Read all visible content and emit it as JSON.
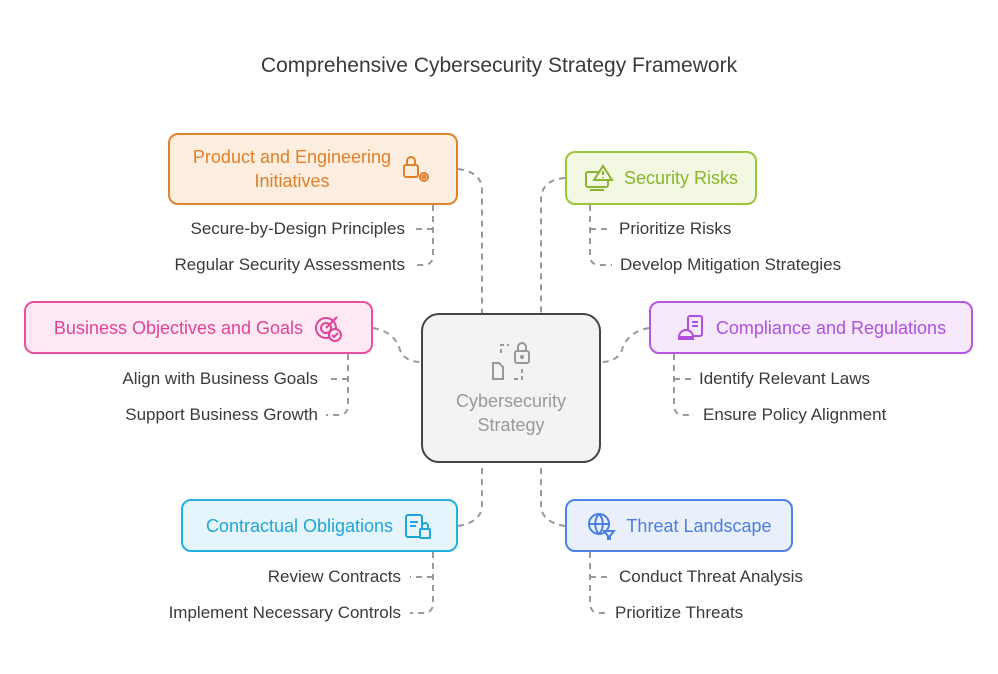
{
  "title": "Comprehensive Cybersecurity Strategy Framework",
  "center": {
    "label_line1": "Cybersecurity",
    "label_line2": "Strategy",
    "icon": "document-lock-icon"
  },
  "branches": [
    {
      "label_line1": "Product and Engineering",
      "label_line2": "Initiatives",
      "icon": "lock-gear-icon",
      "color": "#e0832f",
      "items": [
        "Secure-by-Design Principles",
        "Regular Security Assessments"
      ]
    },
    {
      "label": "Security Risks",
      "icon": "warning-monitor-icon",
      "color": "#92c13a",
      "items": [
        "Prioritize Risks",
        "Develop Mitigation Strategies"
      ]
    },
    {
      "label": "Business Objectives and Goals",
      "icon": "target-check-icon",
      "color": "#e64aa2",
      "items": [
        "Align with Business Goals",
        "Support Business Growth"
      ]
    },
    {
      "label": "Compliance and Regulations",
      "icon": "clipboard-hardhat-icon",
      "color": "#b352df",
      "items": [
        "Identify Relevant Laws",
        "Ensure Policy Alignment"
      ]
    },
    {
      "label": "Contractual Obligations",
      "icon": "clipboard-lock-icon",
      "color": "#22aadd",
      "items": [
        "Review Contracts",
        "Implement Necessary Controls"
      ]
    },
    {
      "label": "Threat Landscape",
      "icon": "globe-filter-icon",
      "color": "#4a80e4",
      "items": [
        "Conduct Threat Analysis",
        "Prioritize Threats"
      ]
    }
  ]
}
